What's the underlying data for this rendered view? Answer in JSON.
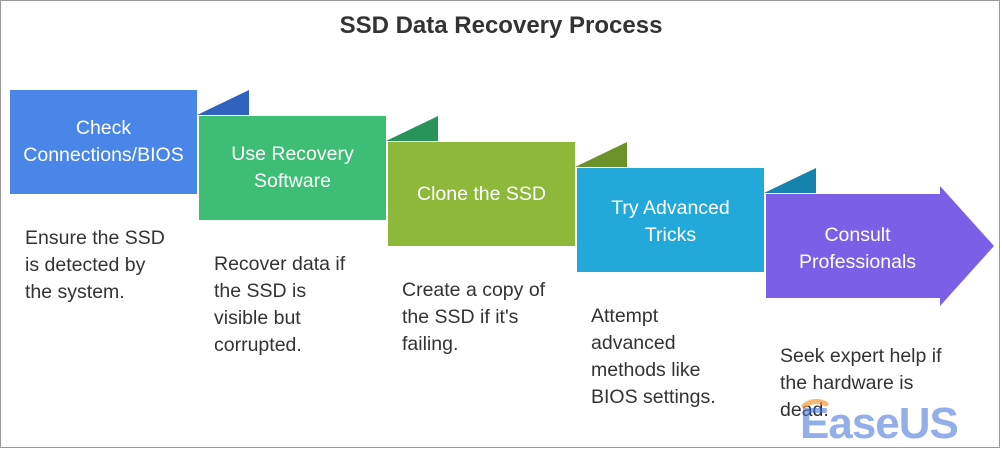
{
  "title": "SSD Data Recovery Process",
  "steps": [
    {
      "label_line1": "Check",
      "label_line2": "Connections/BIOS",
      "description": [
        "Ensure the SSD",
        "is detected by",
        "the system."
      ],
      "color": "#4A86E8"
    },
    {
      "label_line1": "Use Recovery",
      "label_line2": "Software",
      "description": [
        "Recover data if",
        "the SSD is",
        "visible but",
        "corrupted."
      ],
      "color": "#3DBE74"
    },
    {
      "label_line1": "Clone the SSD",
      "label_line2": "",
      "description": [
        "Create a copy of",
        "the SSD if it's",
        "failing."
      ],
      "color": "#8DB83A"
    },
    {
      "label_line1": "Try Advanced",
      "label_line2": "Tricks",
      "description": [
        "Attempt",
        "advanced",
        "methods like",
        "BIOS settings."
      ],
      "color": "#22A9D9"
    },
    {
      "label_line1": "Consult",
      "label_line2": "Professionals",
      "description": [
        "Seek expert help if",
        "the hardware is",
        "dead."
      ],
      "color": "#7B5FE6"
    }
  ],
  "watermark": "EaseUS"
}
